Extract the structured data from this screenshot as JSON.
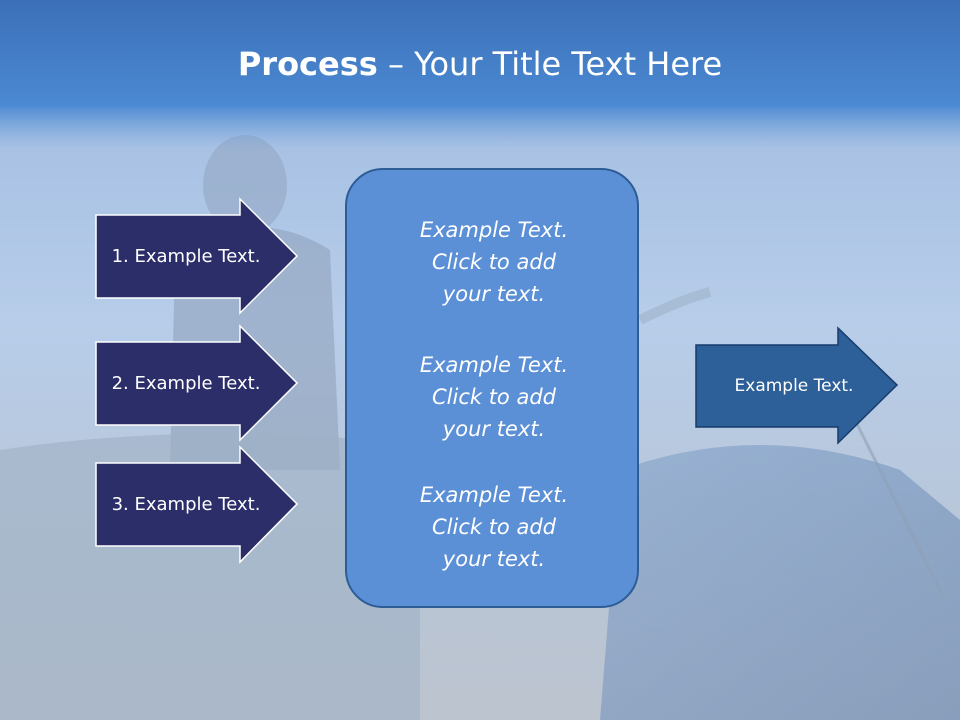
{
  "slide": {
    "title_bold": "Process",
    "title_rest": " – Your Title Text Here"
  },
  "left_arrows": [
    {
      "label": "1. Example Text."
    },
    {
      "label": "2. Example Text."
    },
    {
      "label": "3. Example Text."
    }
  ],
  "center_box": {
    "paragraphs": [
      {
        "line1": "Example Text.",
        "line2": "Click  to add",
        "line3": "your text."
      },
      {
        "line1": "Example Text.",
        "line2": "Click  to add",
        "line3": "your text."
      },
      {
        "line1": "Example Text.",
        "line2": "Click  to add",
        "line3": "your text."
      }
    ]
  },
  "right_arrow": {
    "label": "Example Text."
  },
  "colors": {
    "title_band": "#3f7fc6",
    "sky": "#a9c4e6",
    "left_arrow_fill": "#2c2e6a",
    "center_box_fill": "#5b8fd6",
    "right_arrow_fill": "#2d5f99"
  }
}
